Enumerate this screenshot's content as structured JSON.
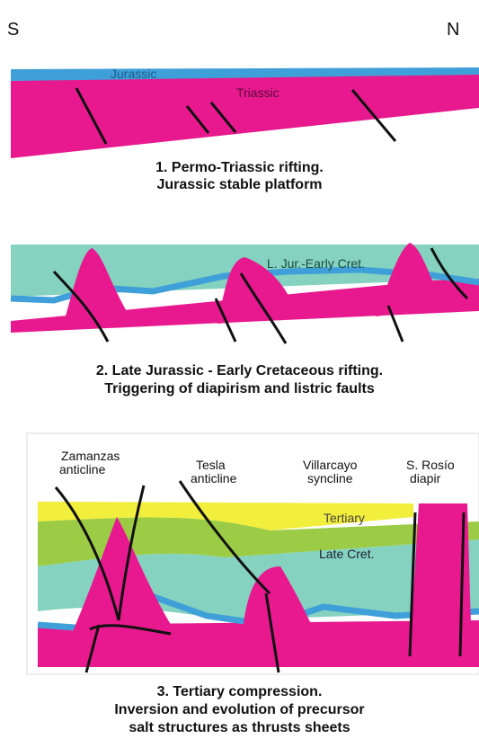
{
  "orientation": {
    "left": "S",
    "right": "N"
  },
  "colors": {
    "triassic": "#e8198f",
    "jurassic": "#3fa0d9",
    "cretaceous": "#84d2bf",
    "late_cretaceous": "#9ccc45",
    "tertiary": "#f2ee3c",
    "fault": "#111111"
  },
  "panel1": {
    "labels": {
      "jurassic": "Jurassic",
      "triassic": "Triassic"
    },
    "caption": [
      "1. Permo-Triassic rifting.",
      "Jurassic stable platform"
    ]
  },
  "panel2": {
    "labels": {
      "unit": "L. Jur.-Early Cret."
    },
    "caption": [
      "2. Late Jurassic - Early Cretaceous rifting.",
      "Triggering of diapirism and listric faults"
    ]
  },
  "panel3": {
    "labels": {
      "zamanzas": [
        "Zamanzas",
        "anticline"
      ],
      "tesla": [
        "Tesla",
        "anticline"
      ],
      "villarcayo": [
        "Villarcayo",
        "syncline"
      ],
      "rosio": [
        "S. Rosío",
        "diapir"
      ],
      "tertiary": "Tertiary",
      "late_cret": "Late Cret."
    },
    "caption": [
      "3. Tertiary compression.",
      "Inversion and evolution of precursor",
      "salt structures as thrusts sheets"
    ]
  }
}
